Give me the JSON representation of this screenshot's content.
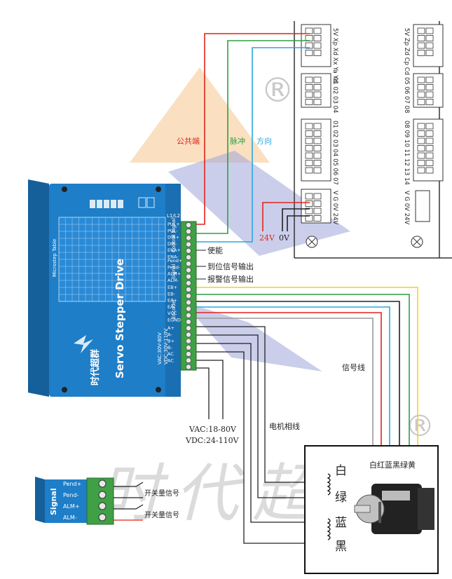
{
  "registered_mark": "®",
  "driver": {
    "model_label": "Servo Stepper Drive",
    "brand_cn": "时代超群",
    "table_title": "Microstep Table",
    "section_labels": [
      "Control Signal",
      "Signal",
      "Encoder"
    ],
    "pins_control": [
      "PUL+",
      "PUL-",
      "DIR+",
      "DIR-",
      "ENA+",
      "ENA-"
    ],
    "pins_signal": [
      "Pend+",
      "Pend-",
      "ALM+",
      "ALM-"
    ],
    "pins_encoder": [
      "EB+",
      "EB-",
      "EA+",
      "EA-",
      "VCC",
      "EGND"
    ],
    "pins_power": [
      "A+",
      "A-",
      "B+",
      "B-",
      "AC",
      "AC"
    ],
    "top_label": "L1/L2",
    "power_spec": "VAC:30V-80V\nVDC:30V-110V"
  },
  "controller": {
    "rows": [
      {
        "left": "5V Xp Xd Xx Ya Yd",
        "right": "5V Zp Zd Cp Cd"
      },
      {
        "left": "01 02 03 04",
        "right": "05 06 07 08"
      },
      {
        "left": "01 02 03 04 05 06 07",
        "right": "08 09 10 11 12 13 14"
      },
      {
        "left": "V G 0V 24V",
        "right": "V G 0V 24V"
      }
    ]
  },
  "labels": {
    "common": "公共端",
    "pulse": "脉冲",
    "direction": "方向",
    "v24": "24V",
    "v0": "0V",
    "enable": "使能",
    "in_position": "到位信号输出",
    "alarm": "报警信号输出",
    "signal_line": "信号线",
    "motor_phase": "电机相线",
    "vac": "VAC:18-80V",
    "vdc": "VDC:24-110V",
    "wire_colors": "白红蓝黑绿黄",
    "coil_white": "白",
    "coil_green": "绿",
    "coil_blue": "蓝",
    "coil_black": "黑",
    "switch_signal_1": "开关量信号",
    "switch_signal_2": "开关量信号"
  },
  "inset": {
    "title": "Signal",
    "pins": [
      "Pend+",
      "Pend-",
      "ALM+",
      "ALM-"
    ]
  },
  "watermark": "时代超群",
  "colors": {
    "driver_blue": "#1e7ec8",
    "terminal_green": "#3fa046",
    "wire_red": "#e2231a",
    "wire_green": "#2ea043",
    "wire_blue": "#2aa7e0",
    "wire_yellow": "#f2d21b"
  }
}
